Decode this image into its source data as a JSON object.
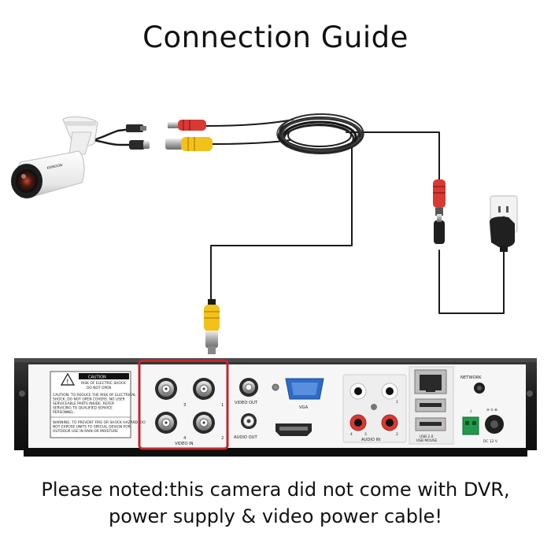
{
  "title": "Connection Guide",
  "note": {
    "line1": "Please noted:this camera did not come with DVR,",
    "line2": "power supply & video power cable!"
  },
  "camera": {
    "brand": "KKMOON"
  },
  "dvr": {
    "caution_heading": "CAUTION",
    "caution_sub1": "RISK OF ELECTRIC SHOCK",
    "caution_sub2": "DO NOT OPEN",
    "caution_text": [
      "CAUTION: TO REDUCE THE RISK OF ELECTRICAL",
      "SHOCK, DO NOT OPEN COVERS. NO USER",
      "SERVICEABLE PARTS INSIDE. REFER",
      "SERVICING TO QUALIFIED SERVICE",
      "PERSONNEL."
    ],
    "warning_text": [
      "WARNING: TO PREVENT FIRE OR SHOCK HAZARD, DO",
      "NOT EXPOSE UNITS TO SPECIAL DESIGN FOR",
      "OUTDOOR USE IN RAIN OR MOISTURE"
    ],
    "channel_numbers": [
      "3",
      "1",
      "4",
      "2"
    ],
    "video_in_label": "VIDEO IN",
    "video_out_label": "VIDEO OUT",
    "audio_out_label": "AUDIO OUT",
    "vga_label": "VGA",
    "audio_in_label": "AUDIO IN",
    "audio_in_numbers": [
      "4",
      "1",
      "3",
      "2"
    ],
    "network_label": "NETWORK",
    "usb_label_1": "USB 2.0",
    "usb_label_2": "USB MOUSE",
    "dc_label": "DC 12 V"
  },
  "colors": {
    "highlight_box": "#c0282d",
    "cable": "#1a1a1a",
    "bnc_yellow": "#f2c21a",
    "power_red": "#d63a32",
    "dvr_body": "#1b1b1b",
    "dvr_panel": "#f5f5f5",
    "vga_blue": "#2e6bc4",
    "terminal_green": "#1f9a4a"
  }
}
